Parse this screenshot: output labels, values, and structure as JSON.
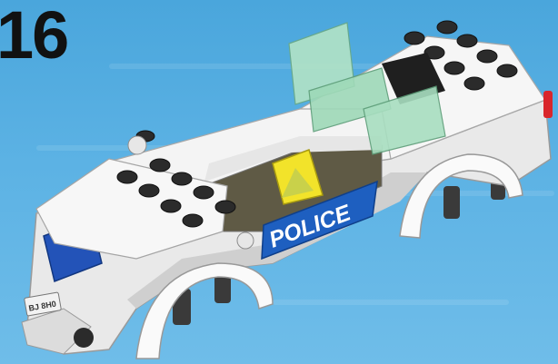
{
  "instruction": {
    "step_number": "16"
  },
  "car": {
    "side_label": "POLICE",
    "plate_text": "BJ 8H0"
  },
  "colors": {
    "background": "#5cb2e4",
    "body_white": "#f2f2f2",
    "stud_black": "#2b2b2b",
    "sticker_blue": "#1e5fc0",
    "windshield": "#9ed9b8",
    "cone_yellow": "#f2e32a"
  }
}
